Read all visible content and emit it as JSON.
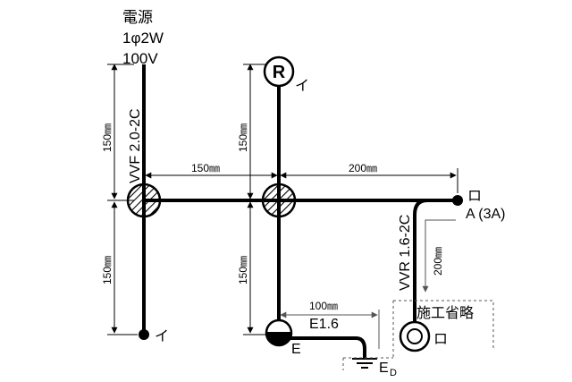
{
  "power_source": {
    "line1": "電源",
    "line2": "1φ2W",
    "line3": "100V"
  },
  "cables": {
    "main": "VVF 2.0-2C",
    "branch": "VVR 1.6-2C",
    "ground": "E1.6"
  },
  "dimensions": {
    "top_left_vertical": "150㎜",
    "top_mid_vertical": "150㎜",
    "bottom_left_vertical": "150㎜",
    "bottom_mid_vertical": "150㎜",
    "horizontal_left": "150㎜",
    "horizontal_right": "200㎜",
    "ground_run": "100㎜",
    "lamp_drop": "200㎜"
  },
  "symbols": {
    "receptacle_letter": "R",
    "receptacle_tag": "イ",
    "pilot_tag": "イ",
    "switch_tag": "ロ",
    "switch_rating": "A (3A)",
    "lamp_tag": "ロ",
    "outlet_ground_mark": "E",
    "ground_label": "E",
    "ground_sub": "D",
    "omitted_note": "施工省略"
  }
}
